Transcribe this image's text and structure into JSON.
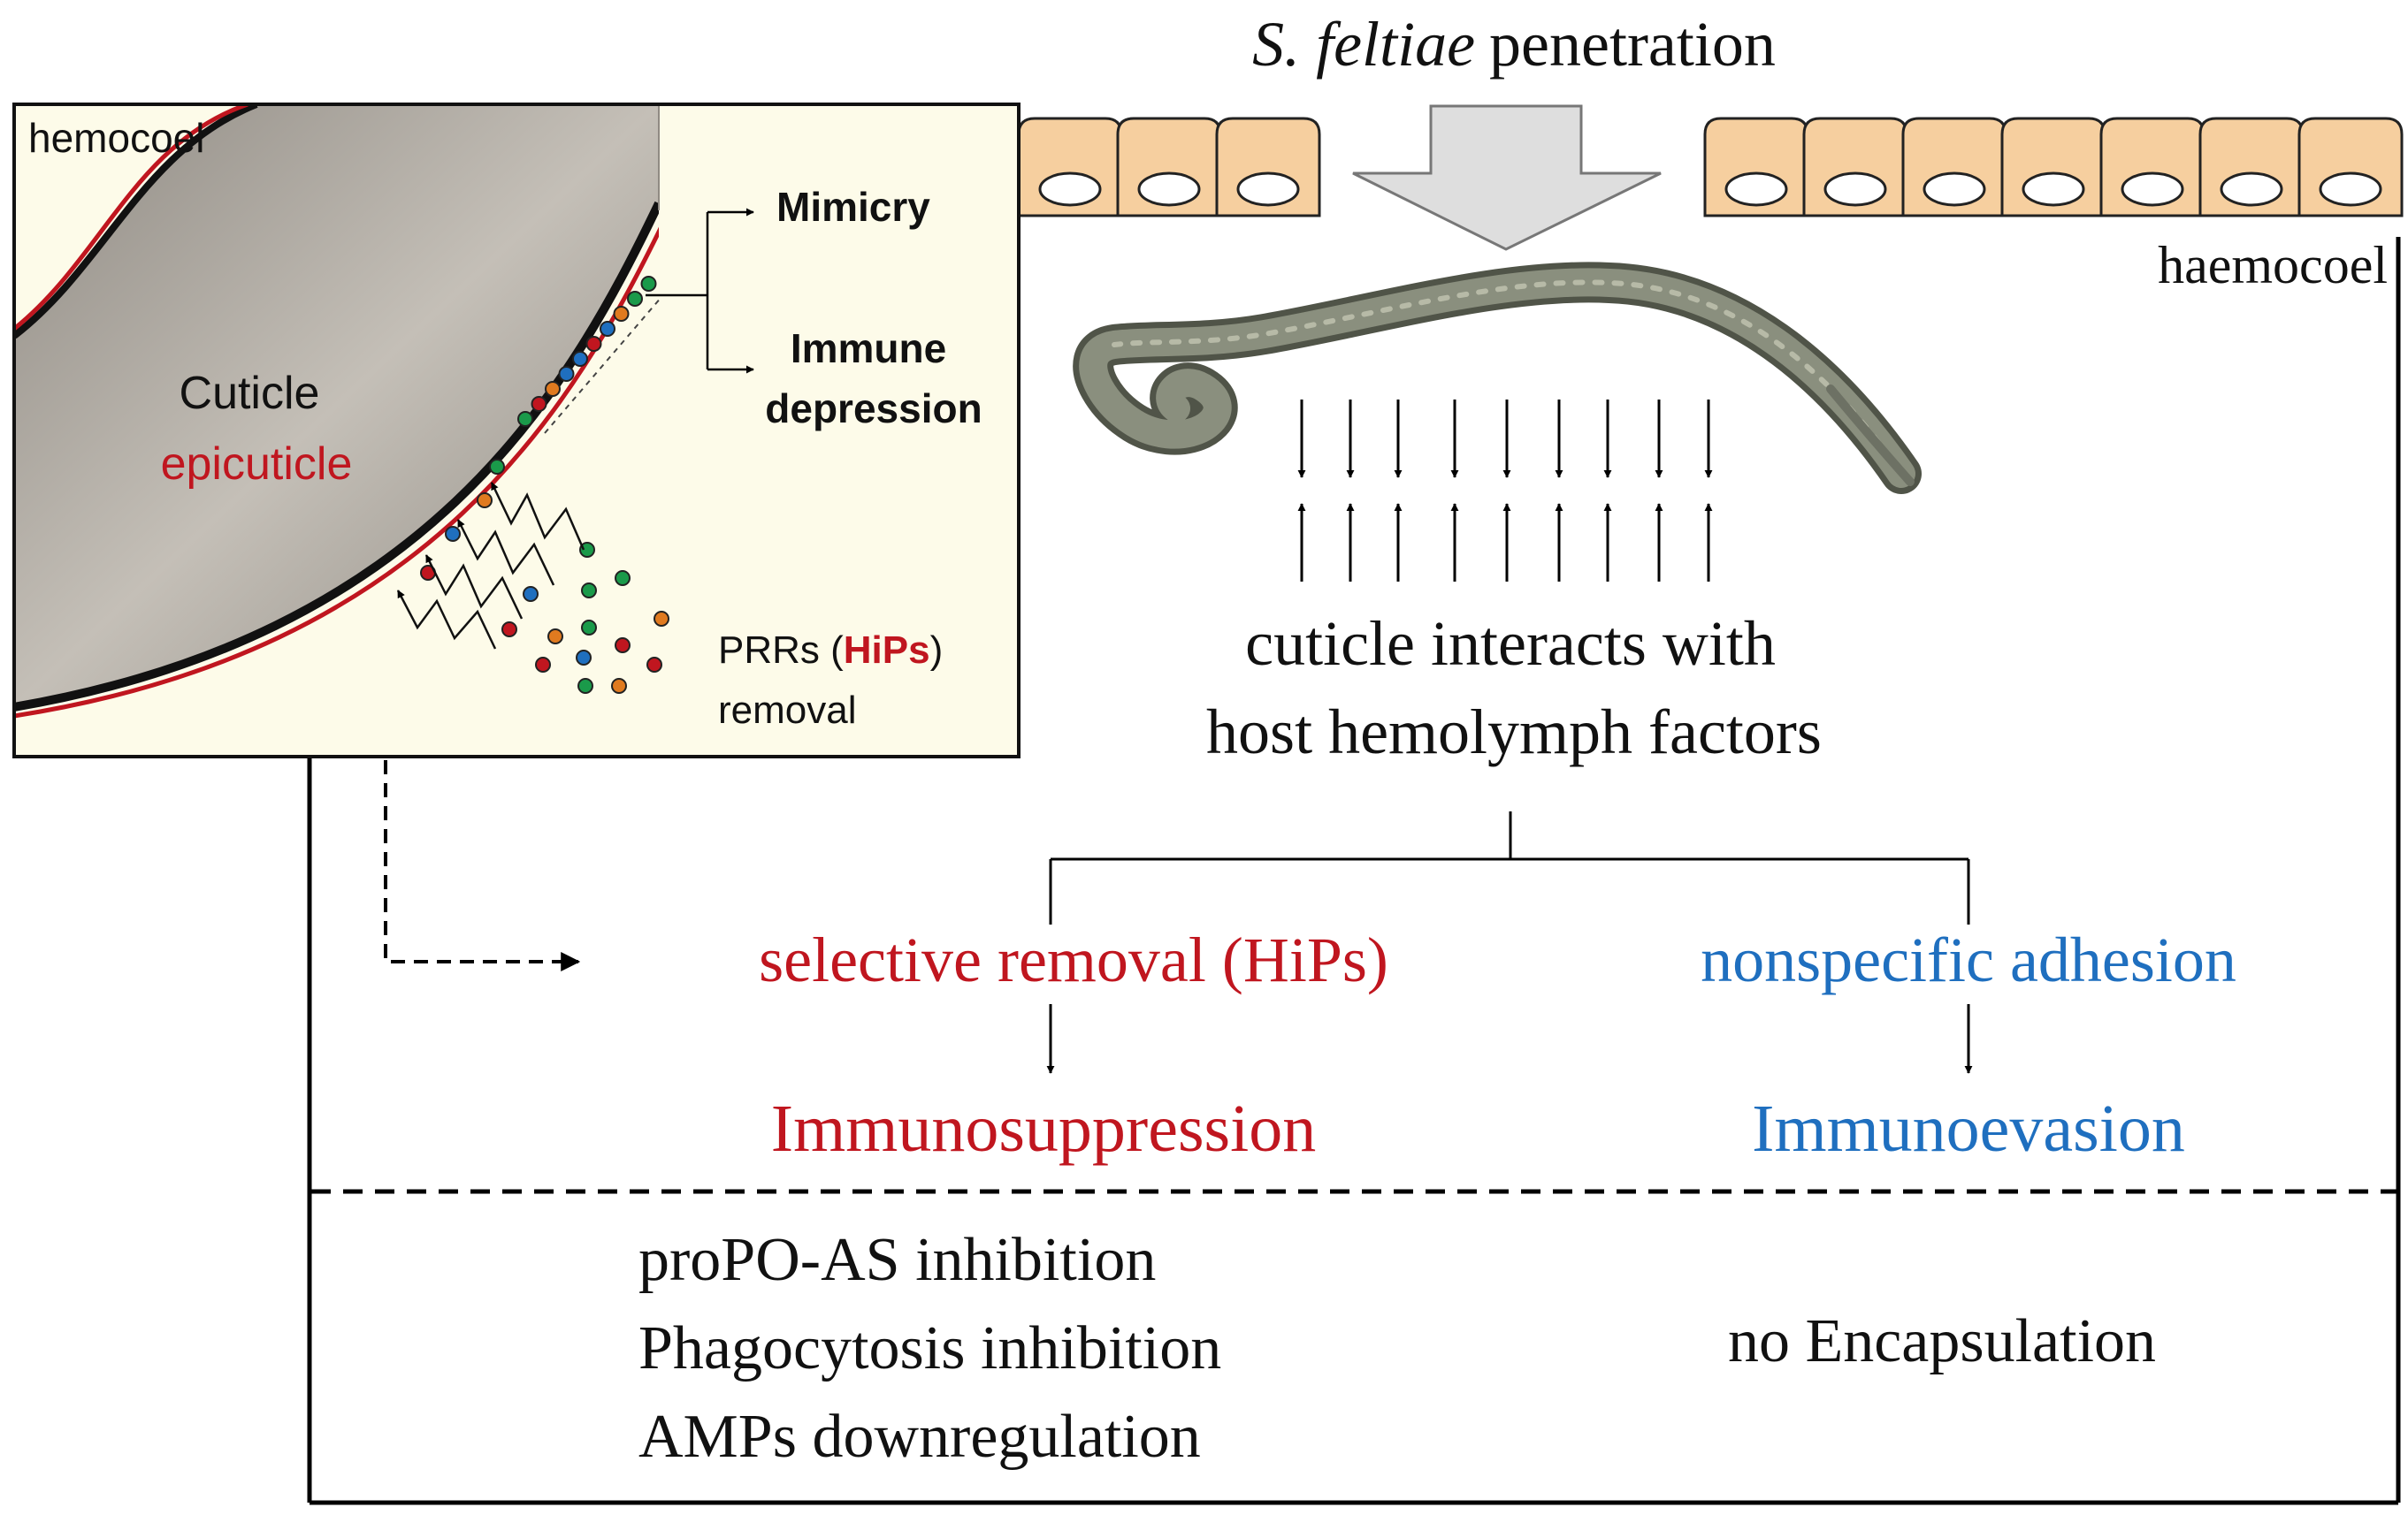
{
  "header": {
    "species": "S. feltiae",
    "event": "penetration"
  },
  "labels": {
    "haemocoel": "haemocoel",
    "interaction_line1": "cuticle interacts with",
    "interaction_line2": "host hemolymph factors",
    "selective_removal": "selective removal (HiPs)",
    "nonspecific_adhesion": "nonspecific adhesion",
    "immunosuppression": "Immunosuppression",
    "immunoevasion": "Immunoevasion"
  },
  "effects": {
    "suppression": [
      "proPO-AS inhibition",
      "Phagocytosis inhibition",
      "AMPs downregulation"
    ],
    "evasion": "no Encapsulation"
  },
  "inset": {
    "hemocoel": "hemocoel",
    "cuticle": "Cuticle",
    "epicuticle": "epicuticle",
    "mimicry": "Mimicry",
    "immune_line1": "Immune",
    "immune_line2": "depression",
    "prrs_prefix": "PRRs (",
    "hips": "HiPs",
    "prrs_suffix": ")",
    "removal": "removal"
  },
  "colors": {
    "red": "#c0161f",
    "blue": "#1f6fbf",
    "cell_fill": "#f6cf9f",
    "inset_bg": "#fdfbe9",
    "cuticle": "#b8b4ad"
  }
}
